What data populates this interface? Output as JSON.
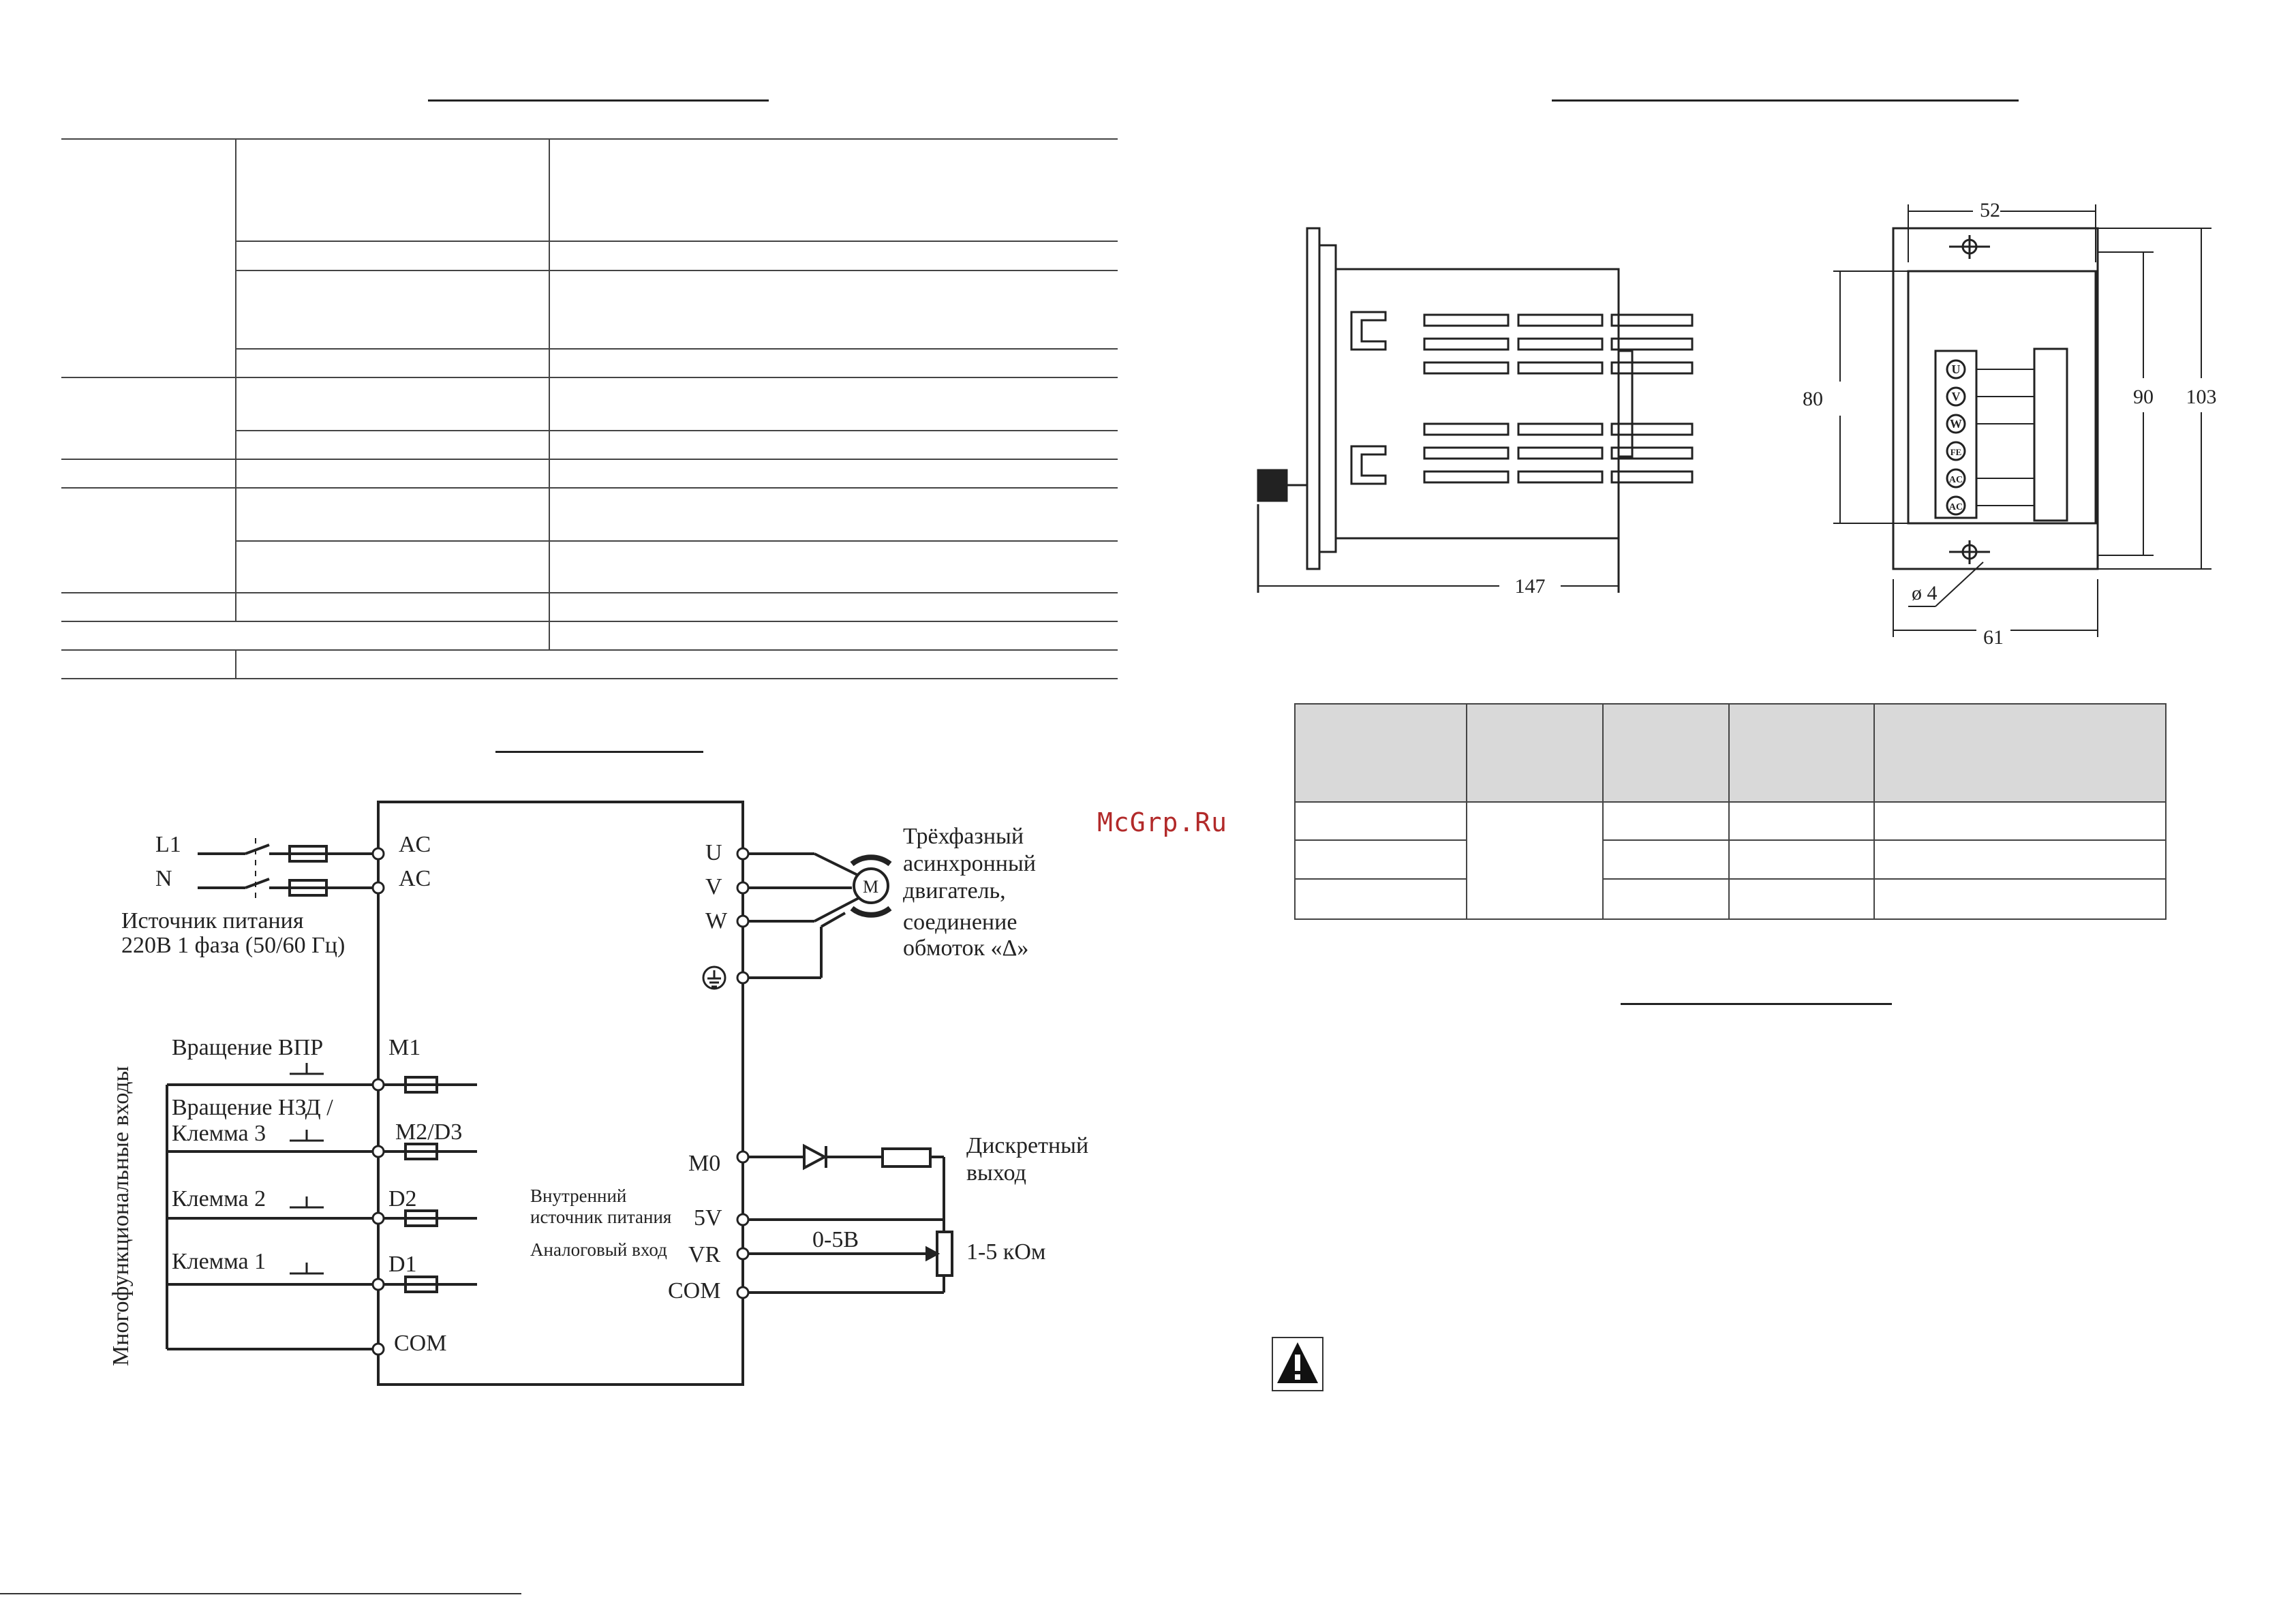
{
  "watermark": "McGrp.Ru",
  "wiring": {
    "power": {
      "l1": "L1",
      "n": "N",
      "source_line1": "Источник питания",
      "source_line2": "220В 1 фаза (50/60 Гц)"
    },
    "terminals": {
      "ac1": "AC",
      "ac2": "AC",
      "u": "U",
      "v": "V",
      "w": "W",
      "m1": "M1",
      "m2d3": "M2/D3",
      "d2": "D2",
      "d1": "D1",
      "com_left": "COM",
      "m0": "M0",
      "v5": "5V",
      "vr": "VR",
      "com_right": "COM"
    },
    "motor": {
      "symbol": "M",
      "line1": "Трёхфазный",
      "line2": "асинхронный",
      "line3": "двигатель,",
      "line4": "соединение",
      "line5": "обмоток «Δ»"
    },
    "inputs": {
      "group_label": "Многофункциональные входы",
      "fwd": "Вращение ВПР",
      "rev_line1": "Вращение НЗД /",
      "rev_line2": "Клемма 3",
      "term2": "Клемма 2",
      "term1": "Клемма 1"
    },
    "outputs": {
      "discrete_line1": "Дискретный",
      "discrete_line2": "выход",
      "internal_line1": "Внутренний",
      "internal_line2": "источник питания",
      "analog": "Аналоговый вход",
      "range": "0-5В",
      "pot": "1-5 кОм"
    }
  },
  "dimensions": {
    "width_top": "52",
    "width_bottom": "61",
    "height_80": "80",
    "height_90": "90",
    "height_103": "103",
    "length": "147",
    "hole": "ø 4"
  },
  "terminal_block": {
    "screws": [
      "U",
      "V",
      "W",
      "FE",
      "AC",
      "AC"
    ]
  },
  "icons": {
    "warning": "warning-triangle-icon"
  }
}
